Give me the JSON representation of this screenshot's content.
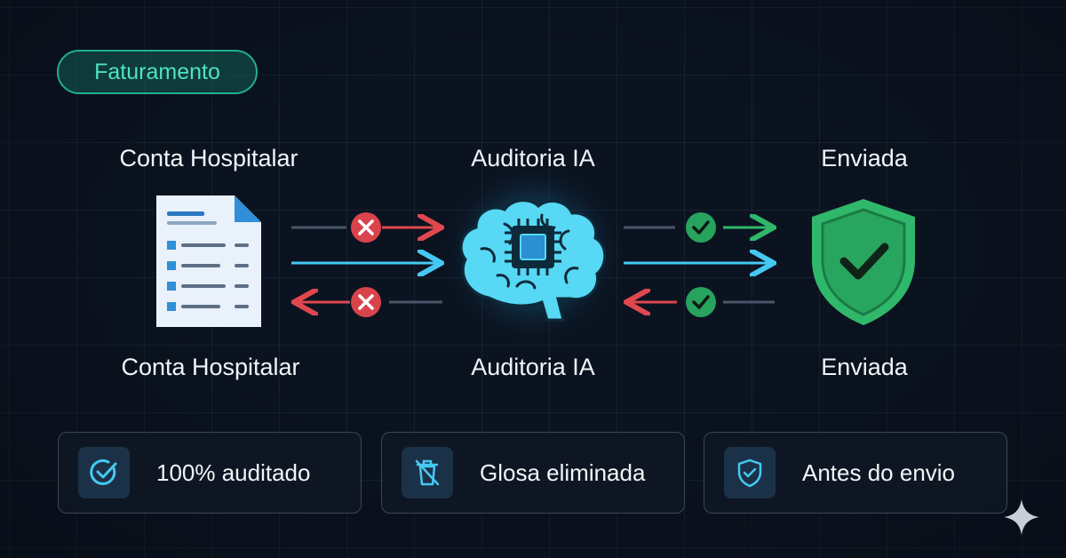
{
  "badge": {
    "label": "Faturamento"
  },
  "stages": [
    {
      "top_label": "Conta Hospitalar",
      "bottom_label": "Conta Hospitalar"
    },
    {
      "top_label": "Auditoria IA",
      "bottom_label": "Auditoria IA"
    },
    {
      "top_label": "Enviada",
      "bottom_label": "Enviada"
    }
  ],
  "features": [
    {
      "label": "100% auditado",
      "icon": "check-circle-icon"
    },
    {
      "label": "Glosa eliminada",
      "icon": "trash-off-icon"
    },
    {
      "label": "Antes do envio",
      "icon": "shield-check-icon"
    }
  ],
  "colors": {
    "accent_cyan": "#45c9f2",
    "error_red": "#e0474f",
    "success_green": "#2fb86a",
    "badge_teal": "#4fe3c1"
  }
}
